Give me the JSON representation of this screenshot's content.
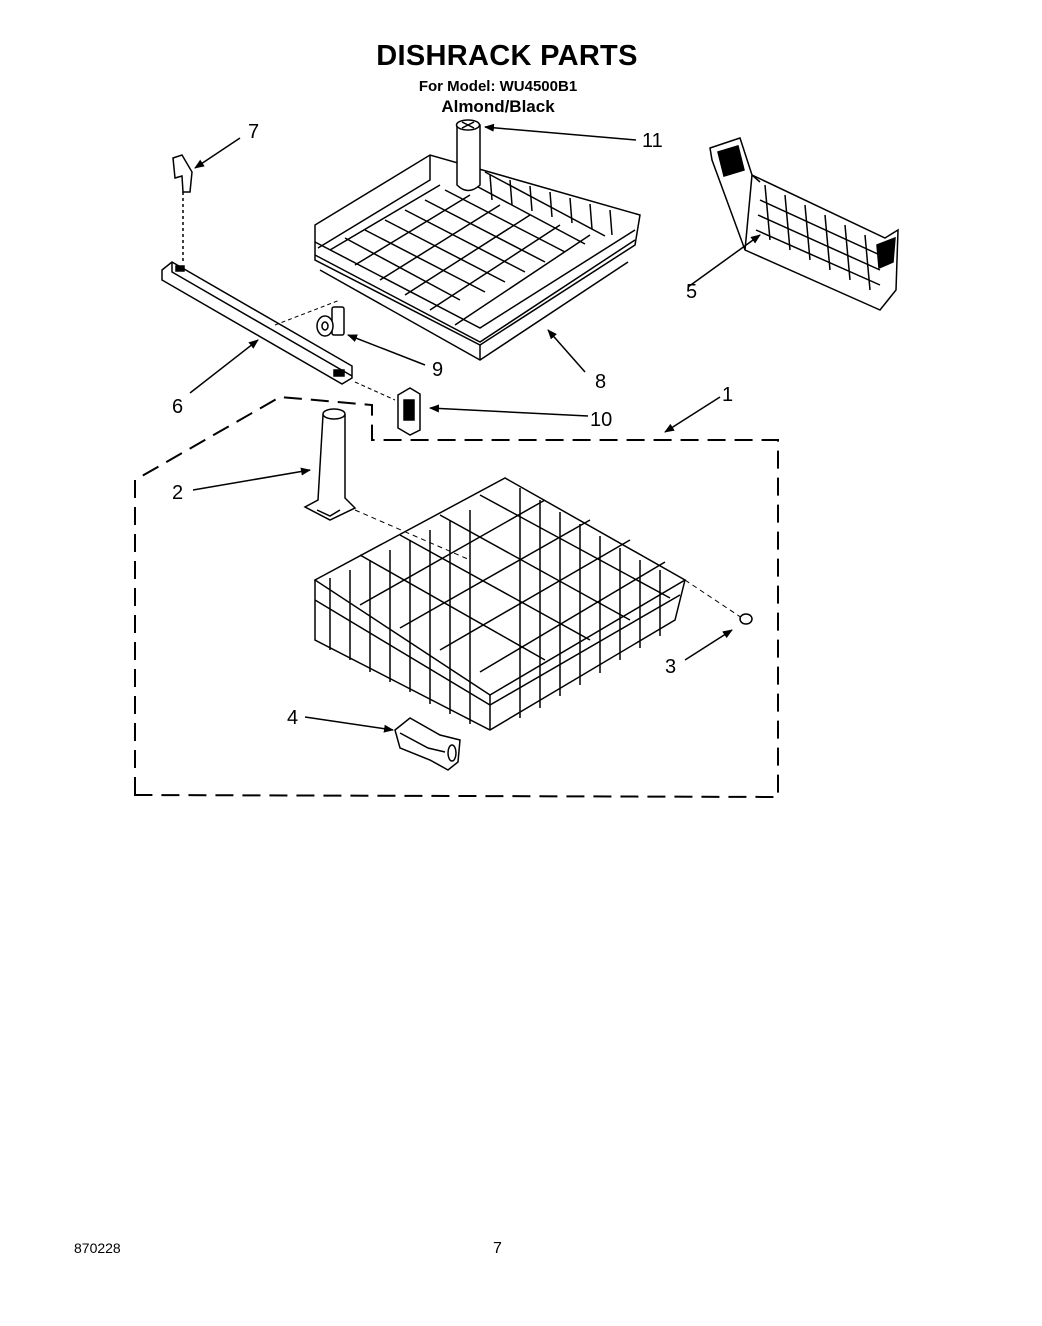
{
  "header": {
    "title": "DISHRACK PARTS",
    "model_line": "For Model: WU4500B1",
    "color_line": "Almond/Black"
  },
  "callouts": [
    "1",
    "2",
    "3",
    "4",
    "5",
    "6",
    "7",
    "8",
    "9",
    "10",
    "11"
  ],
  "footer": {
    "doc_code": "870228",
    "page_number": "7"
  }
}
